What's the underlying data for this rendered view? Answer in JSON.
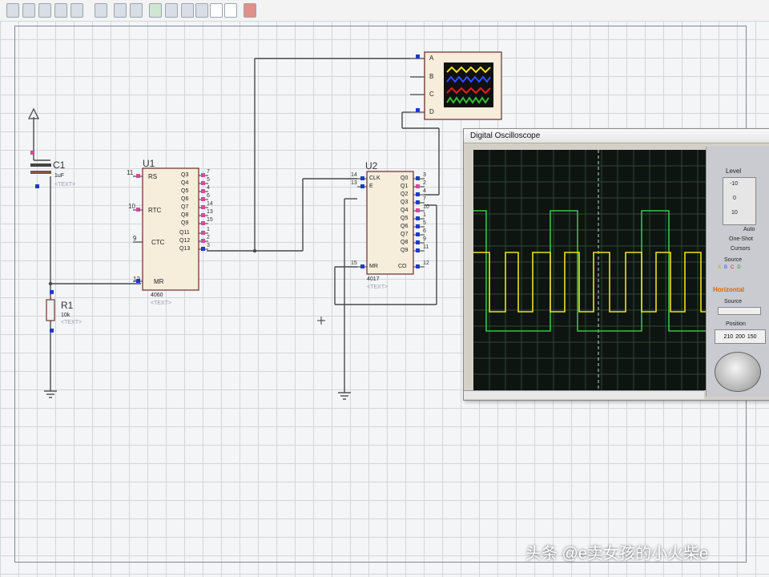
{
  "toolbar": {
    "buttons": [
      "new-icon",
      "open-icon",
      "save-icon",
      "cut-icon",
      "copy-icon",
      "paste-icon",
      "wire-icon",
      "search-icon",
      "component-icon",
      "delete-icon",
      "block-icon",
      "tool-icon",
      "doc-icon",
      "report-icon",
      "settings-icon"
    ]
  },
  "components": {
    "c1": {
      "ref": "C1",
      "value": "1uF",
      "text": "<TEXT>"
    },
    "r1": {
      "ref": "R1",
      "value": "10k",
      "text": "<TEXT>"
    },
    "u1": {
      "ref": "U1",
      "part": "4060",
      "text": "<TEXT>",
      "left_pins": [
        {
          "num": "11",
          "name": "RS"
        },
        {
          "num": "10",
          "name": "RTC"
        },
        {
          "num": "9",
          "name": "CTC"
        },
        {
          "num": "12",
          "name": "MR"
        }
      ],
      "right_pins": [
        {
          "num": "7",
          "name": "Q3"
        },
        {
          "num": "5",
          "name": "Q4"
        },
        {
          "num": "4",
          "name": "Q5"
        },
        {
          "num": "6",
          "name": "Q6"
        },
        {
          "num": "14",
          "name": "Q7"
        },
        {
          "num": "13",
          "name": "Q8"
        },
        {
          "num": "15",
          "name": "Q9"
        },
        {
          "num": "1",
          "name": "Q11"
        },
        {
          "num": "2",
          "name": "Q12"
        },
        {
          "num": "3",
          "name": "Q13"
        }
      ]
    },
    "u2": {
      "ref": "U2",
      "part": "4017",
      "text": "<TEXT>",
      "left_pins": [
        {
          "num": "14",
          "name": "CLK"
        },
        {
          "num": "13",
          "name": "E"
        },
        {
          "num": "15",
          "name": "MR"
        }
      ],
      "right_pins": [
        {
          "num": "3",
          "name": "Q0"
        },
        {
          "num": "2",
          "name": "Q1"
        },
        {
          "num": "4",
          "name": "Q2"
        },
        {
          "num": "7",
          "name": "Q3"
        },
        {
          "num": "10",
          "name": "Q4"
        },
        {
          "num": "1",
          "name": "Q5"
        },
        {
          "num": "5",
          "name": "Q6"
        },
        {
          "num": "6",
          "name": "Q7"
        },
        {
          "num": "9",
          "name": "Q8"
        },
        {
          "num": "11",
          "name": "Q9"
        },
        {
          "num": "12",
          "name": "CO"
        }
      ]
    },
    "scope": {
      "channels": [
        "A",
        "B",
        "C",
        "D"
      ]
    }
  },
  "oscilloscope": {
    "title": "Digital Oscilloscope",
    "panel": {
      "level_label": "Level",
      "level_ticks": [
        "-10",
        "0",
        "10"
      ],
      "auto_label": "Auto",
      "oneshot_label": "One-Shot",
      "cursors_label": "Cursors",
      "source_label": "Source",
      "source_channels": [
        "A",
        "B",
        "C",
        "D"
      ],
      "horizontal_label": "Horizontal",
      "source2_label": "Source",
      "position_label": "Position",
      "position_values": [
        "210",
        "200",
        "150"
      ]
    },
    "trace_colors": {
      "yellow": "#f0e020",
      "green": "#36c44a"
    }
  },
  "watermark": "头条 @e卖女孩的小火柴e"
}
